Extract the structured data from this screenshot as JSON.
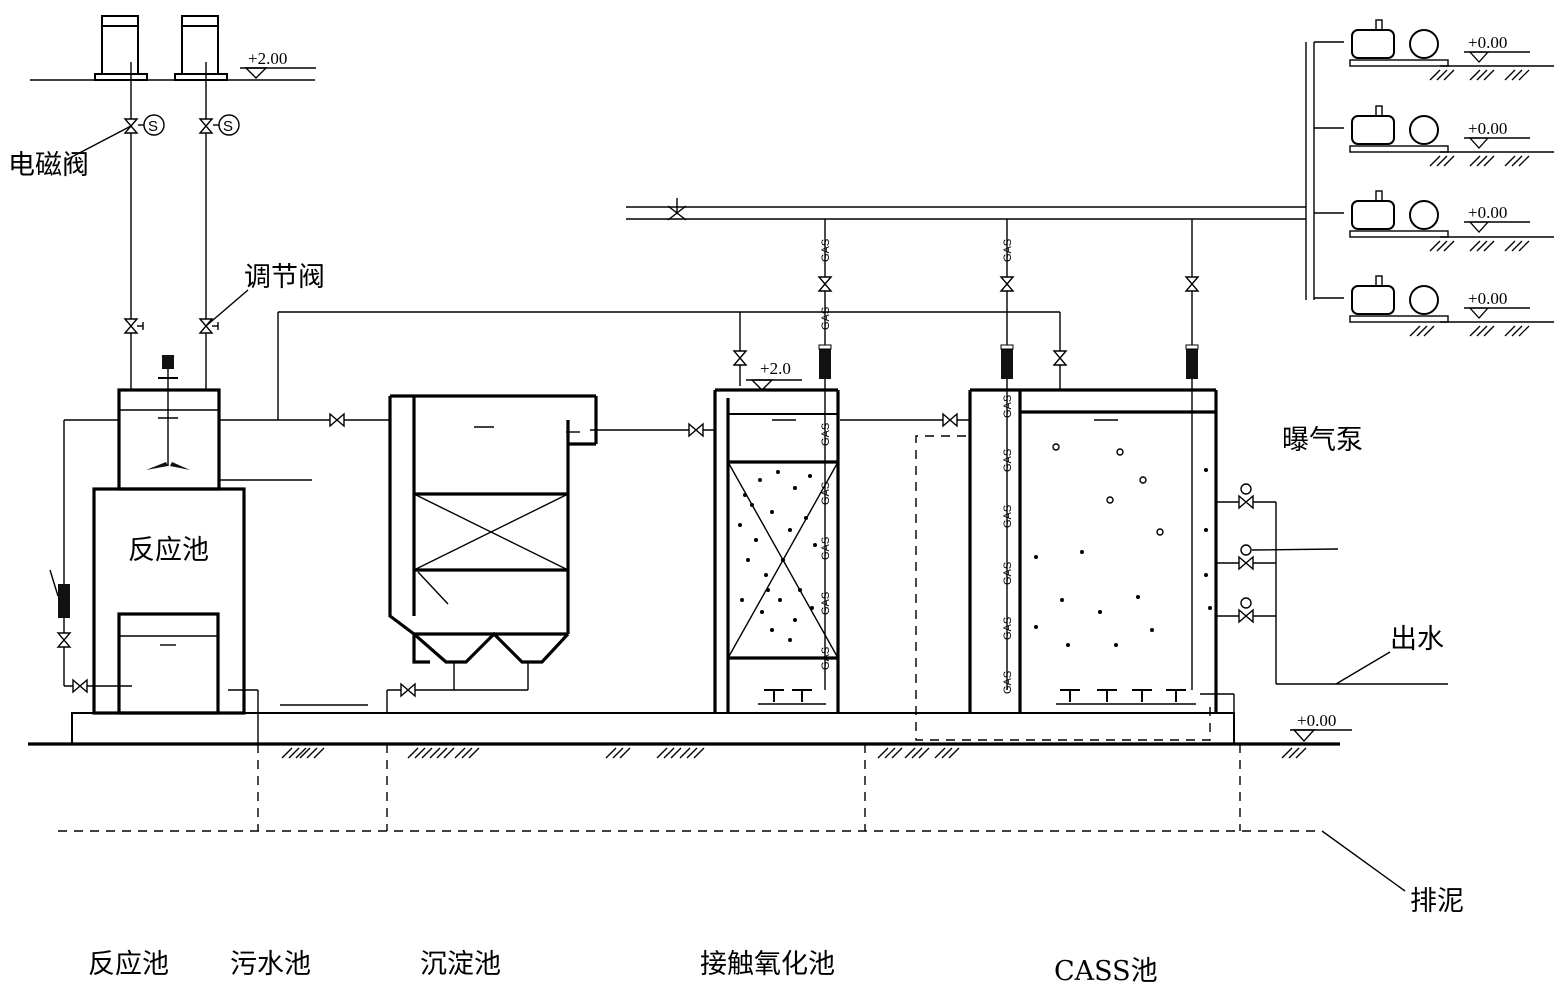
{
  "labels": {
    "solenoid_valve": "电磁阀",
    "regulating_valve": "调节阀",
    "reaction_tank_inner": "反应池",
    "aeration_pump": "曝气泵",
    "outlet_water": "出水",
    "sludge_discharge": "排泥"
  },
  "elevations": {
    "dosing_tanks": "+2.00",
    "contact_tank_top": "+2.0",
    "ground": "+0.00",
    "pumps": [
      "+0.00",
      "+0.00",
      "+0.00",
      "+0.00"
    ]
  },
  "gas_tag": "GAS",
  "valve_symbol": "S",
  "bottom_labels": {
    "reaction_tank": "反应池",
    "sewage_tank": "污水池",
    "sedimentation_tank": "沉淀池",
    "contact_oxidation_tank": "接触氧化池",
    "cass_tank": "CASS池"
  }
}
